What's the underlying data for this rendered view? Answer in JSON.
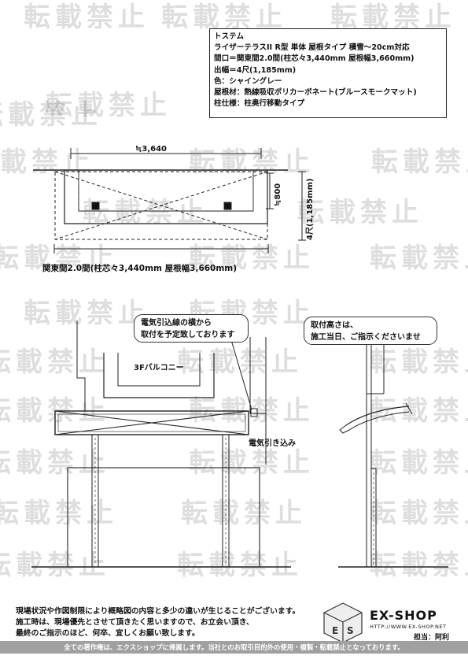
{
  "watermark": "転載禁止",
  "spec": {
    "lines": [
      "トステム",
      "ライザーテラスII R型 単体 屋根タイプ 積雪～20cm対応",
      "間口＝関東間2.0間(柱芯々3,440mm 屋根幅3,660mm)",
      "出幅＝4尺(1,185mm)",
      "色：シャイングレー",
      "屋根材：熱線吸収ポリカーボネート(ブルースモークマット)",
      "柱仕様：柱奥行移動タイプ"
    ]
  },
  "plan": {
    "width_dim": "≒3,640",
    "depth_dim": "≒800",
    "projection_dim": "4尺(1,185mm)",
    "frontage_label": "関東間2.0間(柱芯々3,440mm 屋根幅3,660mm)"
  },
  "elevation": {
    "callout_electric": "電気引込線の横から\n取付を予定致しております",
    "balcony_label": "3Fバルコニー",
    "electric_label": "電気引き込み",
    "callout_height": "取付高さは、\n施工当日、ご指示くださいませ"
  },
  "footer": {
    "notes": [
      "現場状況や作図制限により概略図の内容と多少の違いが生じることがございます。",
      "施工時は、現場優先とさせて頂きたく思いますので、お立会い頂き、",
      "最終のご指示のほど、何卒、宜しくお願い致します。"
    ],
    "brand": "EX-SHOP",
    "url": "HTTP://WWW.EX-SHOP.NET",
    "staff": "担当：阿利",
    "copyright": "全ての著作権は、エクスショップに帰属します。当社とのお取引目的外の使用・複製・転載禁止となっております。"
  }
}
